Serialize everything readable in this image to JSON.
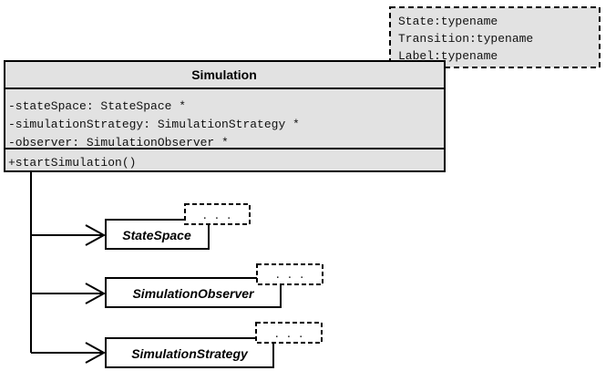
{
  "template_params": [
    "State:typename",
    "Transition:typename",
    "Label:typename"
  ],
  "main_class": {
    "name": "Simulation",
    "attributes": [
      "-stateSpace: StateSpace *",
      "-simulationStrategy: SimulationStrategy *",
      "-observer: SimulationObserver *"
    ],
    "operations": [
      "+startSimulation()"
    ]
  },
  "associated_classes": [
    {
      "name": "StateSpace",
      "template_placeholder": ". . ."
    },
    {
      "name": "SimulationObserver",
      "template_placeholder": ". . ."
    },
    {
      "name": "SimulationStrategy",
      "template_placeholder": ". . ."
    }
  ],
  "colors": {
    "box_fill": "#e2e2e2",
    "stroke": "#000000"
  }
}
